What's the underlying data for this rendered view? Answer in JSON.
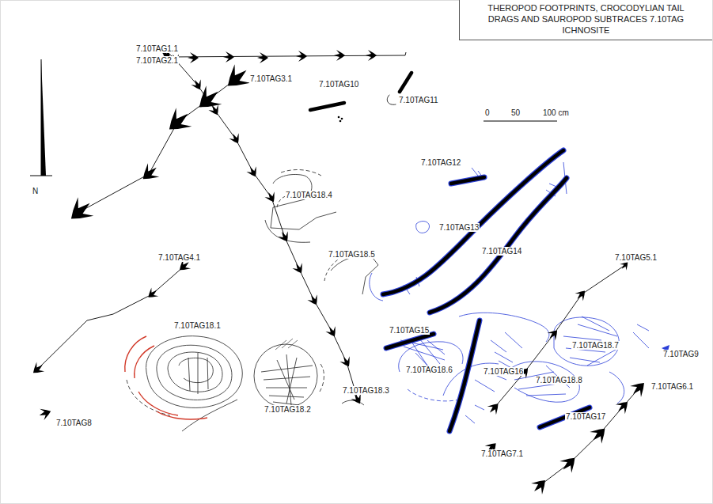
{
  "diagram": {
    "title": "THEROPOD FOOTPRINTS, CROCODYLIAN TAIL DRAGS AND SAUROPOD SUBTRACES 7.10TAG ICHNOSITE",
    "labels": [
      "7.10TAG1.1",
      "7.10TAG2.1",
      "7.10TAG3.1",
      "7.10TAG10",
      "7.10TAG11",
      "0",
      "50",
      "100 cm",
      "N",
      "7.10TAG12",
      "7.10TAG18.4",
      "7.10TAG13",
      "7.10TAG18.5",
      "7.10TAG14",
      "7.10TAG4.1",
      "7.10TAG5.1",
      "7.10TAG18.1",
      "7.10TAG15",
      "7.10TAG18.7",
      "7.10TAG9",
      "7.10TAG18.6",
      "7.10TAG16",
      "7.10TAG18.8",
      "7.10TAG18.2",
      "7.10TAG18.3",
      "7.10TAG6.1",
      "7.10TAG8",
      "7.10TAG17",
      "7.10TAG7.1"
    ]
  }
}
